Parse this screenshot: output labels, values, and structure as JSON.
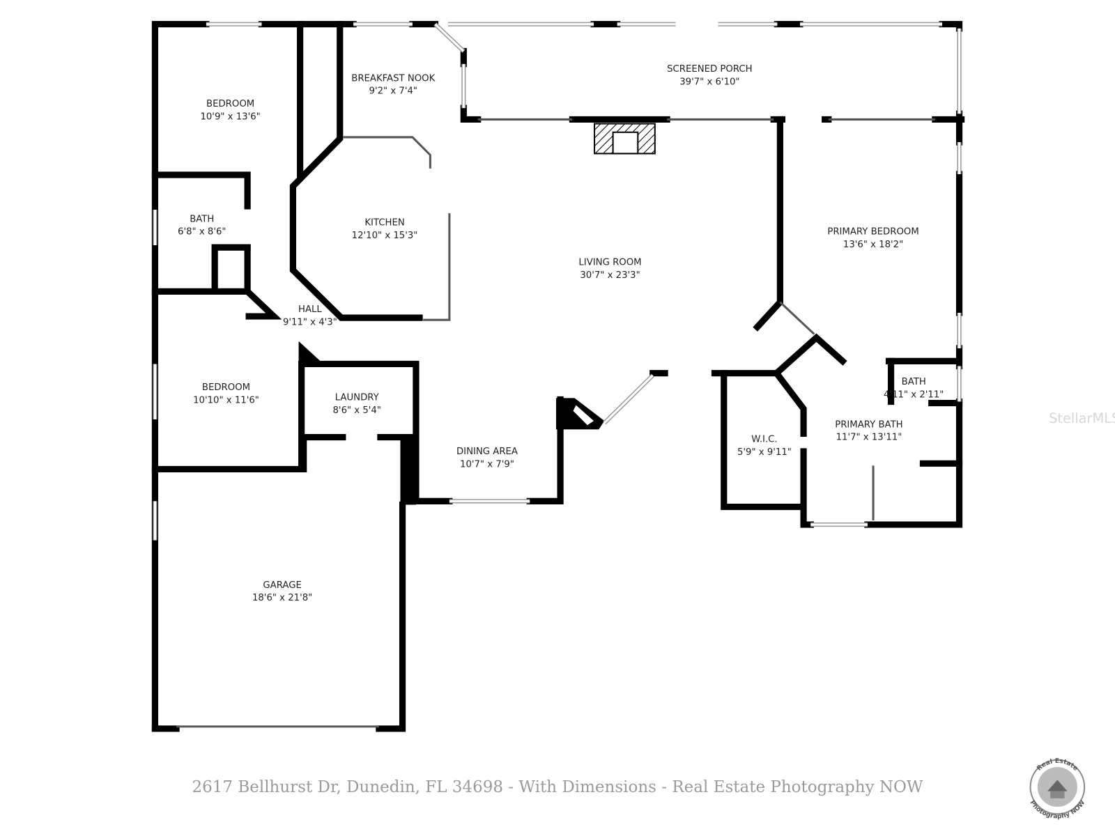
{
  "rooms": [
    {
      "name": "BEDROOM",
      "dims": "10'9\" x 13'6\""
    },
    {
      "name": "BREAKFAST NOOK",
      "dims": "9'2\" x 7'4\""
    },
    {
      "name": "SCREENED PORCH",
      "dims": "39'7\" x 6'10\""
    },
    {
      "name": "BATH",
      "dims": "6'8\" x 8'6\""
    },
    {
      "name": "KITCHEN",
      "dims": "12'10\" x 15'3\""
    },
    {
      "name": "LIVING ROOM",
      "dims": "30'7\" x 23'3\""
    },
    {
      "name": "PRIMARY BEDROOM",
      "dims": "13'6\" x 18'2\""
    },
    {
      "name": "HALL",
      "dims": "9'11\" x 4'3\""
    },
    {
      "name": "BEDROOM",
      "dims": "10'10\" x 11'6\""
    },
    {
      "name": "LAUNDRY",
      "dims": "8'6\" x 5'4\""
    },
    {
      "name": "BATH",
      "dims": "4'11\" x 2'11\""
    },
    {
      "name": "PRIMARY BATH",
      "dims": "11'7\" x 13'11\""
    },
    {
      "name": "W.I.C.",
      "dims": "5'9\" x 9'11\""
    },
    {
      "name": "DINING AREA",
      "dims": "10'7\" x 7'9\""
    },
    {
      "name": "GARAGE",
      "dims": "18'6\" x 21'8\""
    }
  ],
  "caption": "2617 Bellhurst Dr, Dunedin, FL 34698 - With Dimensions - Real Estate Photography NOW",
  "watermark": "StellarMLS",
  "logo": {
    "top_text": "Real Estate",
    "bottom_text": "Photography NOW"
  },
  "colors": {
    "wall": "#000000",
    "window": "#9a9a9a",
    "caption": "#9a9a9a"
  }
}
